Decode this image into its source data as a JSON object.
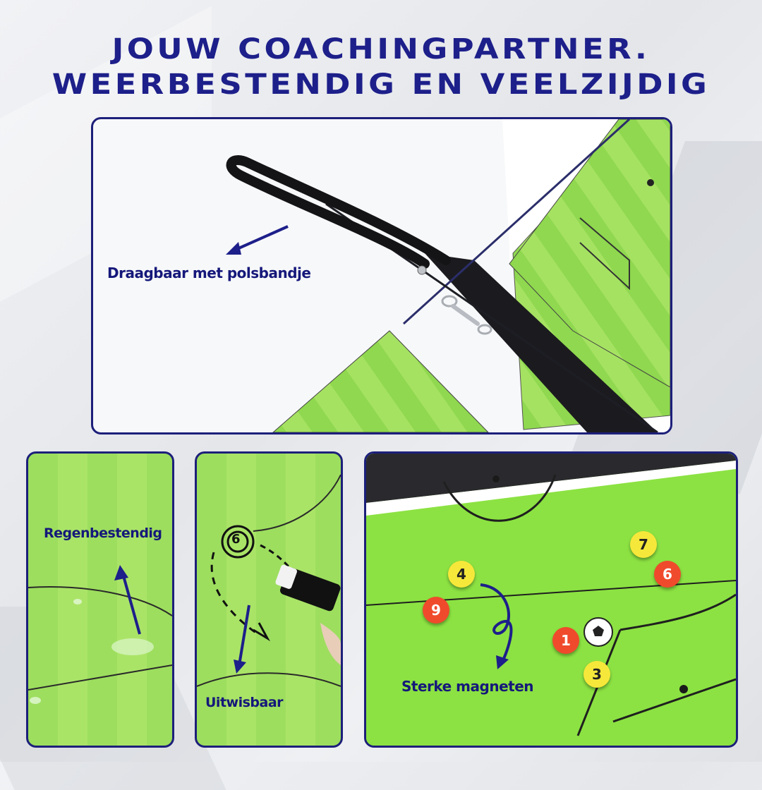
{
  "title": {
    "line1": "Jouw coachingpartner.",
    "line2": "Weerbestendig en veelzijdig"
  },
  "labels": {
    "strap": "Draagbaar met polsbandje",
    "rain": "Regenbestendig",
    "erase": "Uitwisbaar",
    "magnets": "Sterke magneten"
  },
  "magnets": [
    {
      "number": "7",
      "color": "yellow"
    },
    {
      "number": "6",
      "color": "red"
    },
    {
      "number": "4",
      "color": "yellow"
    },
    {
      "number": "9",
      "color": "red"
    },
    {
      "number": "1",
      "color": "red"
    },
    {
      "number": "3",
      "color": "yellow"
    }
  ],
  "drawn_marker": "6",
  "colors": {
    "accent": "#1d1f8a",
    "pitch_green": "#8fd84f",
    "magnet_yellow": "#f6e83a",
    "magnet_red": "#f04a2c"
  }
}
